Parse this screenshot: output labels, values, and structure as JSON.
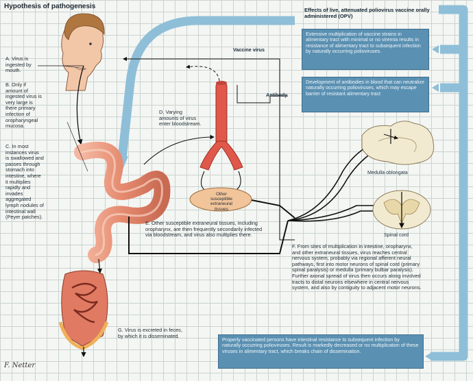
{
  "title": "Hypothesis of pathogenesis",
  "opv_header": "Effects of live, attenuated poliovirus vaccine orally administered (OPV)",
  "opv_box1": "Extensive multiplication of vaccine strains in alimentary tract with minimal or no viremia results in resistance of alimentary tract to subsequent infection by naturally occurring polioviruses.",
  "opv_box2": "Development of antibodies in blood that can neutralize naturally occurring polioviruses, which may escape barrier of resistant alimentary tract",
  "bottom_box": "Properly vaccinated persons have intestinal resistance to subsequent infection by naturally occurring polioviruses. Result is markedly decreased or no multiplication of these viruses in alimentary tract, which breaks chain of dissemination.",
  "label_vaccine_virus": "Vaccine virus",
  "label_antibody": "Antibody",
  "label_medulla": "Medulla oblongata",
  "label_spinal_cord": "Spinal cord",
  "label_other_tissues": "Other susceptible extraneural tissues",
  "note_a": "A. Virus is ingested by mouth.",
  "note_b": "B. Only if amount of ingested virus is very large is there primary infection of oropharyngeal mucosa.",
  "note_c": "C. In most instances virus is swallowed and passes through stomach into intestine, where it multiplies rapidly and invades aggregated lymph nodules of intestinal wall (Peyer patches).",
  "note_d": "D. Varying amounts of virus enter bloodstream.",
  "note_e": "E. Other susceptible extraneural tissues, including oropharynx, are then frequently secondarily infected via bloodstream, and virus also multiplies there.",
  "note_f": "F. From sites of multiplication in intestine, oropharynx, and other extraneural tissues, virus reaches central nervous system, probably via regional afferent neural pathways, first into motor neurons of spinal cord (primary spinal paralysis) or medulla (primary bulbar paralysis). Further axonal spread of virus then occurs along involved tracts to distal neurons elsewhere in central nervous system, and also by contiguity to adjacent motor neurons.",
  "note_g": "G. Virus is excreted in feces, by which it is disseminated.",
  "signature": "F. Netter",
  "colors": {
    "grid": "#c9d3cf",
    "box": "#5a90b2",
    "pathway": "#8fbfd8",
    "vessel": "#e0584a",
    "intestine": "#eb9b80",
    "tissue": "#f2c49a",
    "nerve": "#f2ead0"
  }
}
